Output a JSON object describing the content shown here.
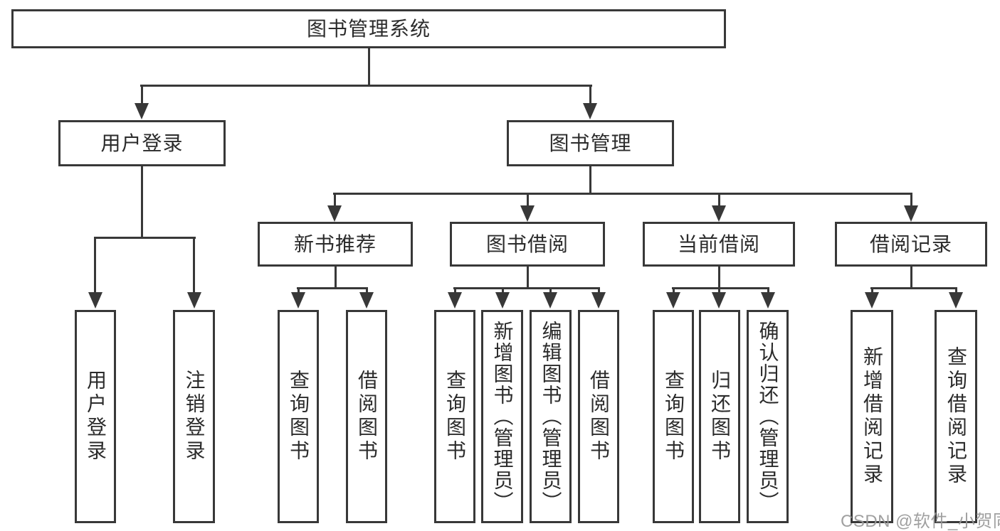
{
  "diagram_title": "图书管理系统",
  "nodes": {
    "root": {
      "label": "图书管理系统"
    },
    "user_login": {
      "label": "用户登录"
    },
    "book_mgmt": {
      "label": "图书管理"
    },
    "new_book_rec": {
      "label": "新书推荐"
    },
    "book_borrow": {
      "label": "图书借阅"
    },
    "current_borrow": {
      "label": "当前借阅"
    },
    "borrow_record": {
      "label": "借阅记录"
    },
    "leaf_user_login": {
      "label": "用户登录"
    },
    "leaf_logout": {
      "label": "注销登录"
    },
    "leaf_rec_query_book": {
      "label": "查询图书"
    },
    "leaf_rec_borrow_book": {
      "label": "借阅图书"
    },
    "leaf_bor_query_book": {
      "label": "查询图书"
    },
    "leaf_bor_add_book": {
      "label": "新增图书（管理员）"
    },
    "leaf_bor_edit_book": {
      "label": "编辑图书（管理员）"
    },
    "leaf_bor_borrow_book": {
      "label": "借阅图书"
    },
    "leaf_cur_query_book": {
      "label": "查询图书"
    },
    "leaf_cur_return_book": {
      "label": "归还图书"
    },
    "leaf_cur_confirm_return": {
      "label": "确认归还（管理员）"
    },
    "leaf_hist_add_record": {
      "label": "新增借阅记录"
    },
    "leaf_hist_query_record": {
      "label": "查询借阅记录"
    }
  },
  "watermark": {
    "text": "CSDN @软件_小贺同学"
  },
  "colors": {
    "line": "#383838",
    "box_background": "#ffffff",
    "text": "#2b2b2b",
    "watermark": "#989898"
  }
}
